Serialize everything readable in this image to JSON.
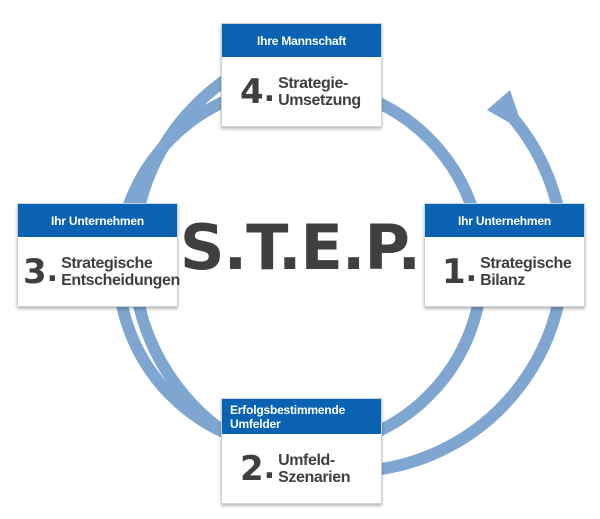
{
  "title": "S.T.E.P.",
  "colors": {
    "header_blue": "#0a63b2",
    "ring_blue": "#7ea6d1",
    "text_dark": "#3f3f41"
  },
  "steps": [
    {
      "number": "1",
      "dot": ".",
      "header": "Ihr Unternehmen",
      "lines": [
        "Strategische",
        "Bilanz"
      ]
    },
    {
      "number": "2",
      "dot": ".",
      "header_lines": [
        "Erfolgsbestimmende",
        "Umfelder"
      ],
      "lines": [
        "Umfeld-",
        "Szenarien"
      ]
    },
    {
      "number": "3",
      "dot": ".",
      "header": "Ihr Unternehmen",
      "lines": [
        "Strategische",
        "Entscheidungen"
      ]
    },
    {
      "number": "4",
      "dot": ".",
      "header": "Ihre Mannschaft",
      "lines": [
        "Strategie-",
        "Umsetzung"
      ]
    }
  ]
}
